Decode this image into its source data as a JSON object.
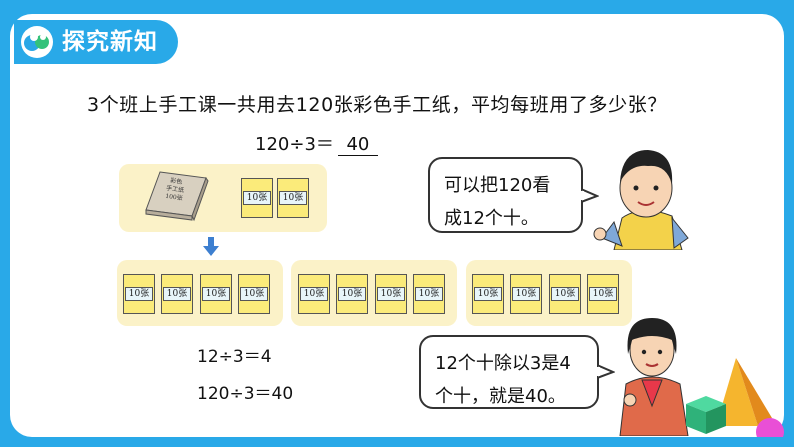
{
  "header": {
    "title": "探究新知",
    "accent": "#29a9e8"
  },
  "question": "3个班上手工课一共用去120张彩色手工纸，平均每班用了多少张？",
  "equation_top": {
    "expression": "120÷3＝",
    "answer": "40"
  },
  "book": {
    "line1": "彩色",
    "line2": "手工纸",
    "line3": "100张"
  },
  "paper_label": "10张",
  "equations": {
    "line1": "12÷3＝4",
    "line2": "120÷3＝40"
  },
  "bubble_top": {
    "line1": "可以把120看",
    "line2": "成12个十。"
  },
  "bubble_bottom": {
    "line1": "12个十除以3是4",
    "line2": "个十，就是40。"
  }
}
